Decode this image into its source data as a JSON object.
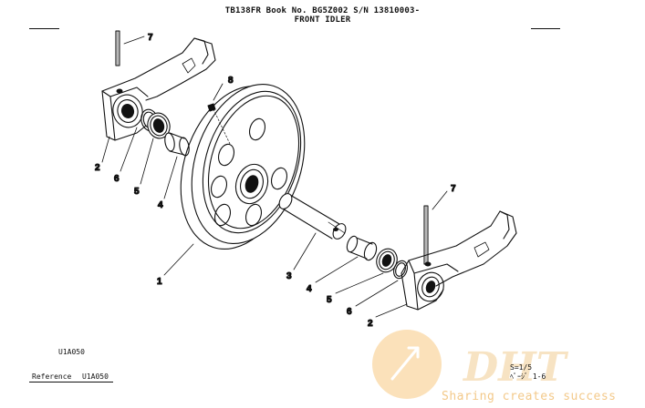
{
  "header": {
    "line1": "TB138FR  Book No. BG5Z002  S/N 13810003-",
    "line2": "FRONT IDLER"
  },
  "callouts": [
    {
      "id": "c1",
      "text": "1"
    },
    {
      "id": "c2a",
      "text": "2"
    },
    {
      "id": "c2b",
      "text": "2"
    },
    {
      "id": "c3",
      "text": "3"
    },
    {
      "id": "c4a",
      "text": "4"
    },
    {
      "id": "c4b",
      "text": "4"
    },
    {
      "id": "c5a",
      "text": "5"
    },
    {
      "id": "c5b",
      "text": "5"
    },
    {
      "id": "c6a",
      "text": "6"
    },
    {
      "id": "c6b",
      "text": "6"
    },
    {
      "id": "c7a",
      "text": "7"
    },
    {
      "id": "c7b",
      "text": "7"
    },
    {
      "id": "c8",
      "text": "8"
    }
  ],
  "figure_code": "U1A050",
  "reference": {
    "label": "Reference",
    "code": "U1A050"
  },
  "scale": "S=1/5",
  "page_ref": "ﾍﾟｰｼﾞ  1-6",
  "watermark": {
    "logo": "DHT",
    "slogan": "Sharing creates success",
    "color": "#f3c98a"
  }
}
